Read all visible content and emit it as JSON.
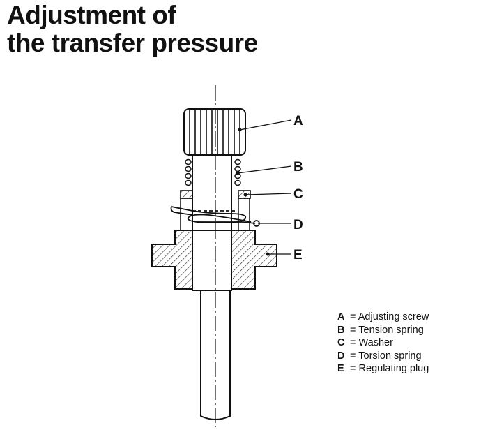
{
  "title": {
    "line1": "Adjustment of",
    "line2": "the transfer pressure"
  },
  "callouts": [
    "A",
    "B",
    "C",
    "D",
    "E"
  ],
  "legend": [
    {
      "key": "A",
      "sep": "=",
      "label": "Adjusting screw"
    },
    {
      "key": "B",
      "sep": "=",
      "label": "Tension spring"
    },
    {
      "key": "C",
      "sep": "=",
      "label": "Washer"
    },
    {
      "key": "D",
      "sep": "=",
      "label": "Torsion spring"
    },
    {
      "key": "E",
      "sep": "=",
      "label": "Regulating plug"
    }
  ]
}
